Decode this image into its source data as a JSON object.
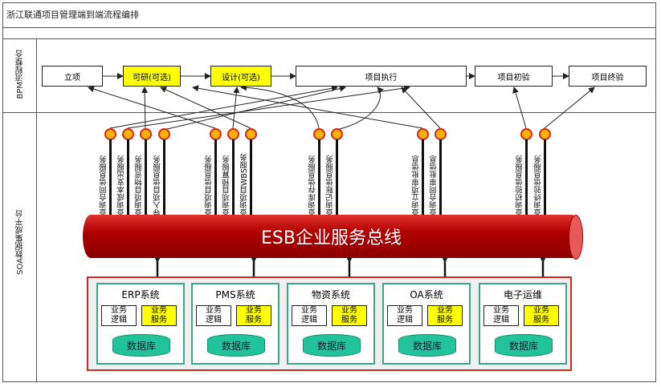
{
  "title": "浙江联通项目管理端到端流程编排",
  "lanes": {
    "bpm": "BPM流程整合",
    "soa": "SOA数据集成平台"
  },
  "bpm_steps": [
    {
      "label": "立项",
      "optional": false
    },
    {
      "label": "可研(可选)",
      "optional": true
    },
    {
      "label": "设计(可选)",
      "optional": true
    },
    {
      "label": "项目执行",
      "optional": false
    },
    {
      "label": "项目初验",
      "optional": false
    },
    {
      "label": "项目终验",
      "optional": false
    }
  ],
  "services": [
    "查询合同信息服务",
    "查询成本支出服务",
    "查询项目物资服务",
    "导入项目信息服务",
    "查询项目信息服务",
    "查询项目预算服务",
    "查询项目WBS服务",
    "查询库存信息服务",
    "查询记账信息服务",
    "查询立项审批信息",
    "查询合同审批信息",
    "查询初验信息服务",
    "查询终验信息服务"
  ],
  "esb": "ESB企业服务总线",
  "systems": [
    {
      "name": "ERP系统",
      "logic": "业务\n逻辑",
      "service": "业务\n服务",
      "db": "数据库"
    },
    {
      "name": "PMS系统",
      "logic": "业务\n逻辑",
      "service": "业务\n服务",
      "db": "数据库"
    },
    {
      "name": "物资系统",
      "logic": "业务\n逻辑",
      "service": "业务\n服务",
      "db": "数据库"
    },
    {
      "name": "OA系统",
      "logic": "业务\n逻辑",
      "service": "业务\n服务",
      "db": "数据库"
    },
    {
      "name": "电子运维",
      "logic": "业务\n逻辑",
      "service": "业务\n服务",
      "db": "数据库"
    }
  ],
  "colors": {
    "esb": "#c00000",
    "optional": "#ffff00",
    "service_dot": "#ffb300",
    "system_border": "#3aa58a",
    "database": "#22c39a",
    "container_border": "#d7261e"
  }
}
